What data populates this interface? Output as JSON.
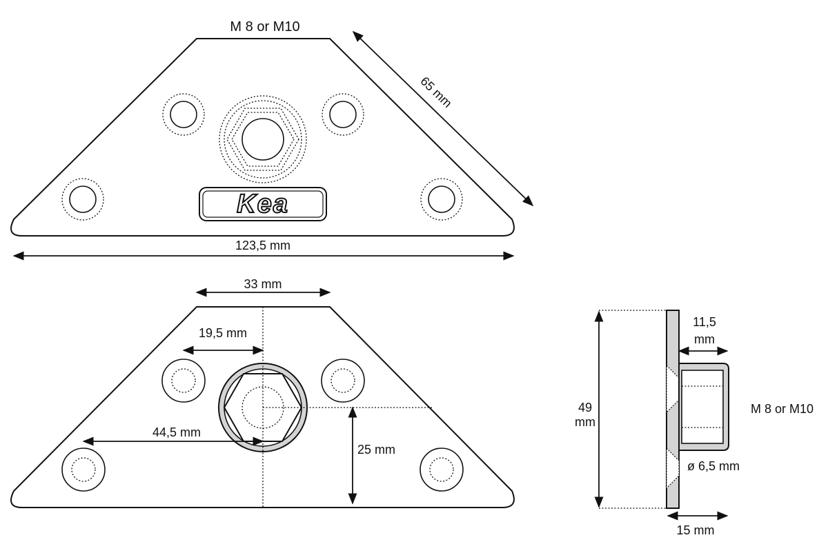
{
  "top_view": {
    "thread_label": "M 8 or M10",
    "depth_label": "65 mm",
    "width_label": "123,5 mm",
    "logo_text": "Kea"
  },
  "bottom_view": {
    "top_width_label": "33 mm",
    "hole_offset_label": "19,5 mm",
    "center_offset_label": "44,5 mm",
    "height_label": "25 mm"
  },
  "side_view": {
    "height_label_value": "49",
    "height_label_unit": "mm",
    "boss_label_value": "11,5",
    "boss_label_unit": "mm",
    "thread_label": "M 8 or M10",
    "hole_label": "ø 6,5 mm",
    "thickness_label": "15 mm"
  }
}
